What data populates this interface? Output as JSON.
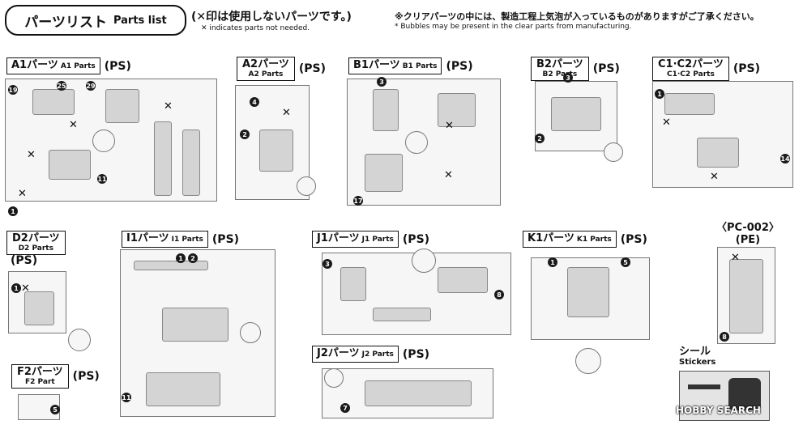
{
  "header": {
    "title_ja": "パーツリスト",
    "title_en": "Parts list",
    "note_unused": "(✕印は使用しないパーツです。)",
    "note_unused_en": "✕ indicates parts not needed.",
    "note_clear": "※クリアパーツの中には、製造工程上気泡が入っているものがありますがご了承ください。",
    "note_clear_en": "* Bubbles may be present in the clear parts from manufacturing."
  },
  "runners": [
    {
      "id": "A1",
      "ja": "A1パーツ",
      "en": "A1 Parts",
      "mat": "(PS)"
    },
    {
      "id": "A2",
      "ja": "A2パーツ",
      "en": "A2 Parts",
      "mat": "(PS)"
    },
    {
      "id": "B1",
      "ja": "B1パーツ",
      "en": "B1 Parts",
      "mat": "(PS)"
    },
    {
      "id": "B2",
      "ja": "B2パーツ",
      "en": "B2 Parts",
      "mat": "(PS)"
    },
    {
      "id": "C1C2",
      "ja": "C1·C2パーツ",
      "en": "C1·C2 Parts",
      "mat": "(PS)"
    },
    {
      "id": "D2",
      "ja": "D2パーツ",
      "en": "D2 Parts",
      "mat": "(PS)"
    },
    {
      "id": "I1",
      "ja": "I1パーツ",
      "en": "I1 Parts",
      "mat": "(PS)"
    },
    {
      "id": "J1",
      "ja": "J1パーツ",
      "en": "J1 Parts",
      "mat": "(PS)"
    },
    {
      "id": "K1",
      "ja": "K1パーツ",
      "en": "K1 Parts",
      "mat": "(PS)"
    },
    {
      "id": "F2",
      "ja": "F2パーツ",
      "en": "F2 Part",
      "mat": "(PS)"
    },
    {
      "id": "J2",
      "ja": "J2パーツ",
      "en": "J2 Parts",
      "mat": "(PS)"
    },
    {
      "id": "PC002",
      "ja": "〈PC-002〉",
      "en": "",
      "mat": "(PE)"
    }
  ],
  "stickers": {
    "ja": "シール",
    "en": "Stickers"
  },
  "watermark": "HOBBY SEARCH"
}
